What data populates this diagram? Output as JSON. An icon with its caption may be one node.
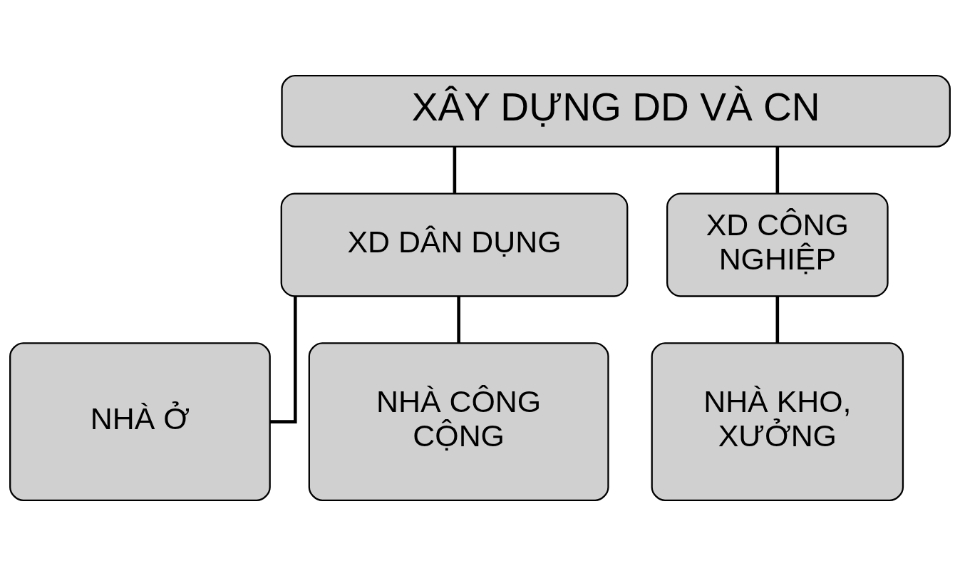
{
  "diagram": {
    "nodes": [
      {
        "text": [
          "XÂY DỰNG DD VÀ CN"
        ]
      },
      {
        "text": [
          "XD DÂN DỤNG"
        ]
      },
      {
        "text": [
          "XD CÔNG NGHIỆP"
        ]
      },
      {
        "text": [
          "NHÀ Ở"
        ]
      },
      {
        "text": [
          "NHÀ CÔNG CỘNG"
        ]
      },
      {
        "text": [
          "NHÀ KHO, XƯỞNG"
        ]
      }
    ],
    "edges": [
      {
        "from": 0,
        "to": 1,
        "arrow": "none"
      },
      {
        "from": 0,
        "to": 2,
        "arrow": "none"
      },
      {
        "from": 1,
        "to": 3,
        "arrow": "none"
      },
      {
        "from": 1,
        "to": 4,
        "arrow": "none"
      },
      {
        "from": 2,
        "to": 5,
        "arrow": "none"
      }
    ]
  }
}
